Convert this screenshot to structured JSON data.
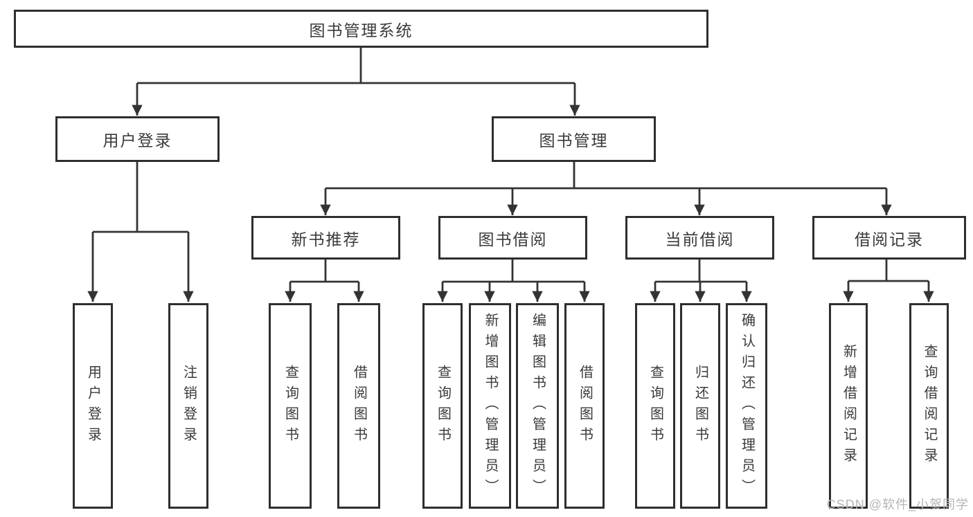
{
  "diagram_title_note": "functional structure diagram of a library management system",
  "colors": {
    "background": "#ffffff",
    "box_border": "#2e2e2e",
    "line": "#333333",
    "text": "#3a3a3a",
    "watermark": "#b3b5b8"
  },
  "nodes": {
    "root": "图书管理系统",
    "user_login": "用户登录",
    "book_mgmt": "图书管理",
    "new_book_rec": "新书推荐",
    "book_borrow": "图书借阅",
    "current_borrow": "当前借阅",
    "borrow_record": "借阅记录",
    "ul_user_login": "用户登录",
    "ul_logout": "注销登录",
    "nb_query": "查询图书",
    "nb_borrow": "借阅图书",
    "bb_query": "查询图书",
    "bb_add": "新增图书（管理员）",
    "bb_edit": "编辑图书（管理员）",
    "bb_borrow": "借阅图书",
    "cb_query": "查询图书",
    "cb_return": "归还图书",
    "cb_confirm": "确认归还（管理员）",
    "br_add": "新增借阅记录",
    "br_query": "查询借阅记录"
  },
  "watermark": {
    "text": "CSDN @软件_小贺同学"
  }
}
